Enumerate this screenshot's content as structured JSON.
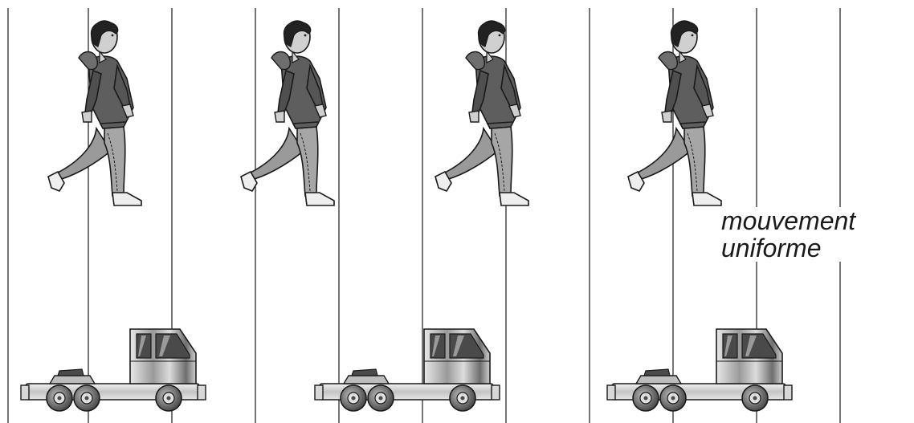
{
  "caption": {
    "line1": "mouvement",
    "line2": "uniforme"
  },
  "figure": {
    "walker_count": 4,
    "truck_count": 3,
    "gridline_count": 11
  },
  "colors": {
    "line": "#1a1a1a",
    "hoodie": "#5e5e5e",
    "pants": "#9a9a9a",
    "skin": "#d0d0d0",
    "hair": "#222222",
    "truck_body": "#c8c8c8",
    "window": "#4a4a4a",
    "wheel": "#5a5a5a"
  }
}
